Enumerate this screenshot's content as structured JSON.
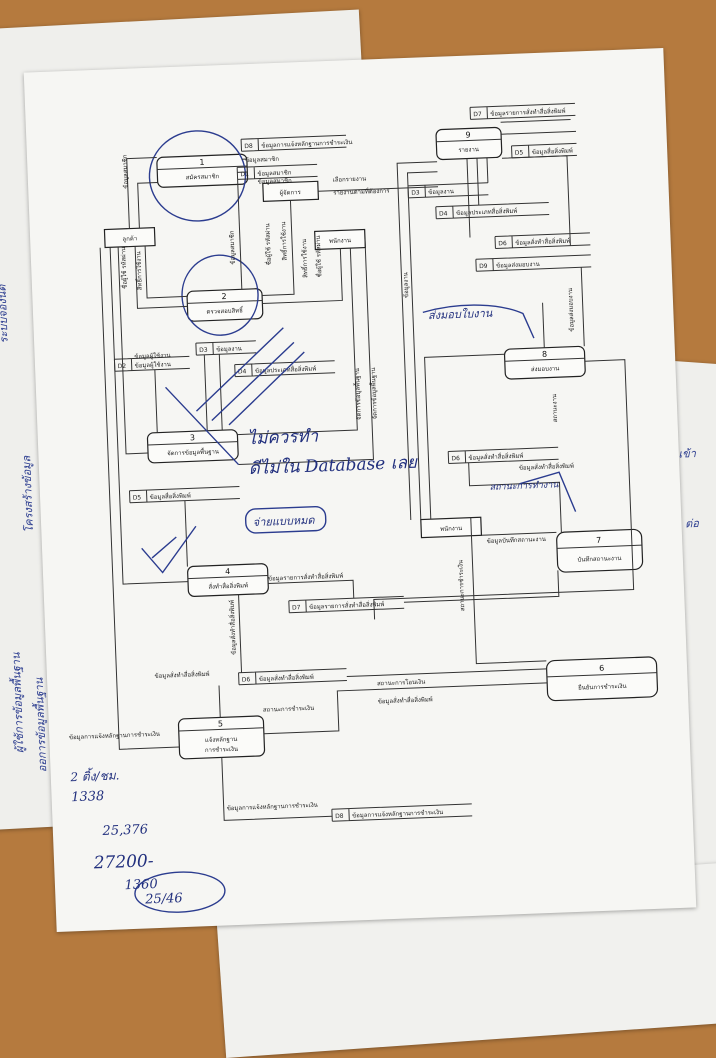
{
  "processes": [
    {
      "num": "1",
      "name": "สมัครสมาชิก"
    },
    {
      "num": "2",
      "name": "ตรวจสอบสิทธิ์"
    },
    {
      "num": "3",
      "name": "จัดการข้อมูลพื้นฐาน"
    },
    {
      "num": "4",
      "name": "สั่งทำสื่อสิ่งพิมพ์"
    },
    {
      "num": "5",
      "name": "แจ้งหลักฐาน",
      "name2": "การชำระเงิน"
    },
    {
      "num": "6",
      "name": "ยืนยันการชำระเงิน"
    },
    {
      "num": "7",
      "name": "บันทึกสถานะงาน"
    },
    {
      "num": "8",
      "name": "ส่งมอบงาน"
    },
    {
      "num": "9",
      "name": "รายงาน"
    }
  ],
  "entities": {
    "customer": "ลูกค้า",
    "manager": "ผู้จัดการ",
    "staff": "พนักงาน"
  },
  "stores": {
    "d1": {
      "id": "D1",
      "name": "ข้อมูลสมาชิก"
    },
    "d2": {
      "id": "D2",
      "name": "ข้อมูลผู้ใช้งาน"
    },
    "d3": {
      "id": "D3",
      "name": "ข้อมูลงาน"
    },
    "d4": {
      "id": "D4",
      "name": "ข้อมูลประเภทสื่อสิ่งพิมพ์"
    },
    "d5": {
      "id": "D5",
      "name": "ข้อมูลสื่อสิ่งพิมพ์"
    },
    "d6": {
      "id": "D6",
      "name": "ข้อมูลสั่งทำสื่อสิ่งพิมพ์"
    },
    "d7": {
      "id": "D7",
      "name": "ข้อมูลรายการสั่งทำสื่อสิ่งพิมพ์"
    },
    "d8": {
      "id": "D8",
      "name": "ข้อมูลการแจ้งหลักฐานการชำระเงิน"
    },
    "d9": {
      "id": "D9",
      "name": "ข้อมูลส่งมอบงาน"
    }
  },
  "flows": {
    "member_data": "ข้อมูลสมาชิก",
    "user_data": "ข้อมูลผู้ใช้งาน",
    "login_status": "สิทธิ์การใช้งาน",
    "username_password": "ชื่อผู้ใช้ รหัสผ่าน",
    "manage_basic": "จัดการข้อมูลพื้นฐาน",
    "order_data": "ข้อมูลสั่งทำสื่อสิ่งพิมพ์",
    "order_list": "ข้อมูลรายการสั่งทำสื่อสิ่งพิมพ์",
    "payment_proof": "ข้อมูลการแจ้งหลักฐานการชำระเงิน",
    "payment_status": "สถานะการชำระเงิน",
    "transfer_status": "สถานะการโอนเงิน",
    "work_record": "ข้อมูลบันทึกสถานะงาน",
    "work_status": "สถานะงาน",
    "delivery_data": "ข้อมูลส่งมอบงาน",
    "select_report": "เลือกรายงาน",
    "report_by_need": "รายงานตามที่ต้องการ",
    "work_data": "ข้อมูลงาน"
  },
  "handwriting": {
    "note_hands": "ส่งมอบใบงาน",
    "note_db1": "ไม่ควรทำ",
    "note_db2": "ดีไม่ใน Database เลย",
    "note_fix": "จ่ายแบบหมด",
    "note_status": "สถานะการทำงาน",
    "num1": "2 ติ้ง/ชม.",
    "num2": "1338",
    "num3": "25,376",
    "num4": "27200-",
    "num5": "1360",
    "num6": "25/46"
  },
  "side_notes": {
    "left1": "ระบบจองนัด",
    "left2": "โครงสร้างข้อมูล",
    "left3": "ผู้ใช้การข้อมูลพื้นฐาน",
    "left4": "ออการข้อมูลพื้นฐาน",
    "right1": "ต่อ",
    "right2": "เข้า"
  },
  "colors": {
    "ink": "#2b3c8f",
    "paper": "#f6f6f3",
    "desk": "#b57a3e"
  }
}
